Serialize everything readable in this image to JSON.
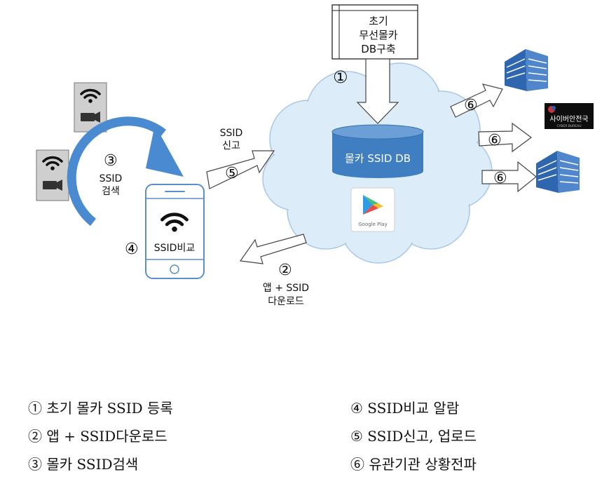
{
  "diagram": {
    "db_box": {
      "line1": "초기",
      "line2": "무선몰카",
      "line3": "DB구축"
    },
    "db_label": "몰카 SSID DB",
    "google_play_label": "Google Play",
    "search_label": {
      "line1": "SSID",
      "line2": "검색"
    },
    "phone_label": "SSID비교",
    "report_label": {
      "line1": "SSID",
      "line2": "신고"
    },
    "download_label": {
      "line1": "앱 + SSID",
      "line2": "다운로드"
    },
    "agency_logo": {
      "name": "사이버안전국",
      "sub": "CYBER BUREAU"
    },
    "markers": {
      "m1": "①",
      "m2": "②",
      "m3": "③",
      "m4": "④",
      "m5": "⑤",
      "m6": "⑥"
    }
  },
  "legend": {
    "items": [
      "① 초기 몰카 SSID 등록",
      "② 앱 + SSID다운로드",
      "③ 몰카 SSID검색",
      "④ SSID비교 알람",
      "⑤ SSID신고, 업로드",
      "⑥ 유관기관 상황전파"
    ]
  },
  "colors": {
    "cloud_fill": "#dcecf8",
    "cloud_stroke": "#a9c7e4",
    "db_fill": "#3f7fc1",
    "arrow_blue": "#4a8ad0",
    "building_blue": "#2f66b0"
  }
}
